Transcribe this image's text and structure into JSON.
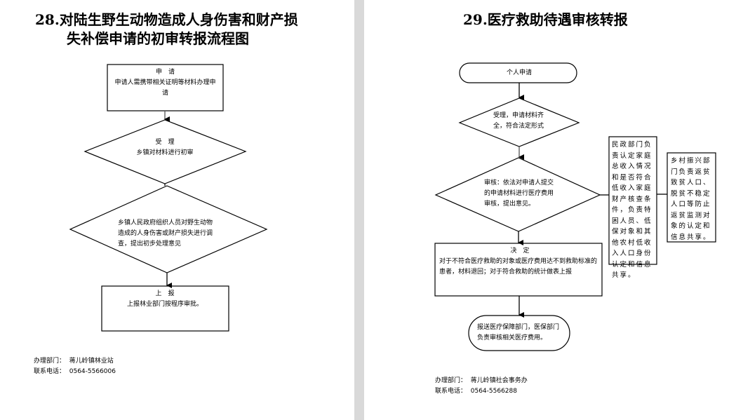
{
  "left": {
    "title_line1": "28.对陆生野生动物造成人身伤害和财产损",
    "title_line2": "失补偿申请的初审转报流程图",
    "step1": {
      "heading": "申　请",
      "text": "申请人需携带相关证明等材料办理申请"
    },
    "step2": {
      "heading": "受　理",
      "text": "乡镇对材料进行初审"
    },
    "step3": {
      "text": "乡镇人民政府组织人员对野生动物造成的人身伤害或财产损失进行调查，提出初步处理意见"
    },
    "step4": {
      "heading": "上　报",
      "text": "上报林业部门按程序审批。"
    },
    "footer": {
      "dept_label": "办理部门：",
      "dept": "蒋儿岭镇林业站",
      "phone_label": "联系电话：",
      "phone": "0564-5566006"
    }
  },
  "right": {
    "title": "29.医疗救助待遇审核转报",
    "start": "个人申请",
    "step1": "受理，申请材料齐全，符合法定形式",
    "step2": "审核：依法对申请人提交的申请材料进行医疗费用审核，提出意见。",
    "step3": {
      "heading": "决　定",
      "text": "对于不符合医疗救助的对象或医疗费用达不到救助标准的患者，材料退回；对于符合救助的统计做表上报"
    },
    "end": "报送医疗保障部门，医保部门负责审核相关医疗费用。",
    "side1": "民政部门负责认定家庭总收入情况和是否符合低收入家庭财产核查条件，负责特困人员、低保对象和其他农村低收入人口身份认定和信息共享。",
    "side2": "乡村振兴部门负责返贫致贫人口、脱贫不稳定人口等防止返贫监测对象的认定和信息共享。",
    "footer": {
      "dept_label": "办理部门：",
      "dept": "蒋儿岭镇社会事务办",
      "phone_label": "联系电话：",
      "phone": "0564-5566288"
    }
  }
}
